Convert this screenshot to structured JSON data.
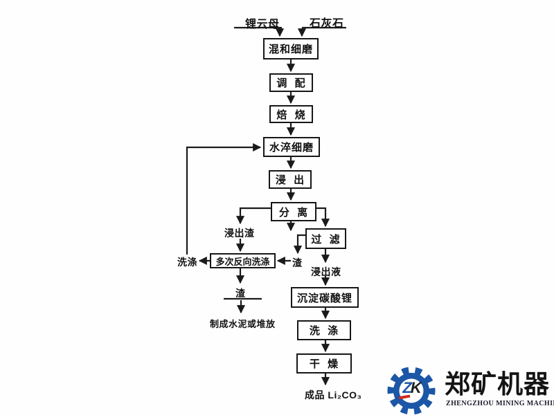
{
  "flowchart": {
    "inputs": [
      {
        "id": "lithium-mica",
        "label": "锂云母"
      },
      {
        "id": "limestone",
        "label": "石灰石"
      }
    ],
    "nodes": [
      {
        "id": "mix-grind",
        "label": "混和细磨"
      },
      {
        "id": "blend",
        "label": "调  配"
      },
      {
        "id": "roast",
        "label": "焙  烧"
      },
      {
        "id": "quench-grind",
        "label": "水淬细磨"
      },
      {
        "id": "leach",
        "label": "浸  出"
      },
      {
        "id": "separate",
        "label": "分  离"
      },
      {
        "id": "filter",
        "label": "过  滤"
      },
      {
        "id": "counter-wash",
        "label": "多次反向洗涤"
      },
      {
        "id": "precipitate",
        "label": "沉淀碳酸锂"
      },
      {
        "id": "wash",
        "label": "洗  涤"
      },
      {
        "id": "dry",
        "label": "干  燥"
      }
    ],
    "stream_labels": [
      {
        "id": "leach-residue",
        "label": "浸出渣"
      },
      {
        "id": "residue-to-wash",
        "label": "渣"
      },
      {
        "id": "leach-liquor",
        "label": "浸出液"
      },
      {
        "id": "wash-water-recycle",
        "label": "洗涤"
      },
      {
        "id": "residue-bottom",
        "label": "渣"
      },
      {
        "id": "cement-or-stockpile",
        "label": "制成水泥或堆放"
      },
      {
        "id": "final-product",
        "label": "成品 Li₂CO₃"
      }
    ],
    "line_color": "#1a1a1a"
  },
  "logo": {
    "monogram_z": "Z",
    "monogram_k": "K",
    "company_name": "郑矿机器",
    "company_name_en": "ZHENGZHOU MINING MACHINERY",
    "colors": {
      "gear_blue": "#1b57a6",
      "accent_red": "#cd2a1d",
      "text_black": "#141414"
    }
  }
}
